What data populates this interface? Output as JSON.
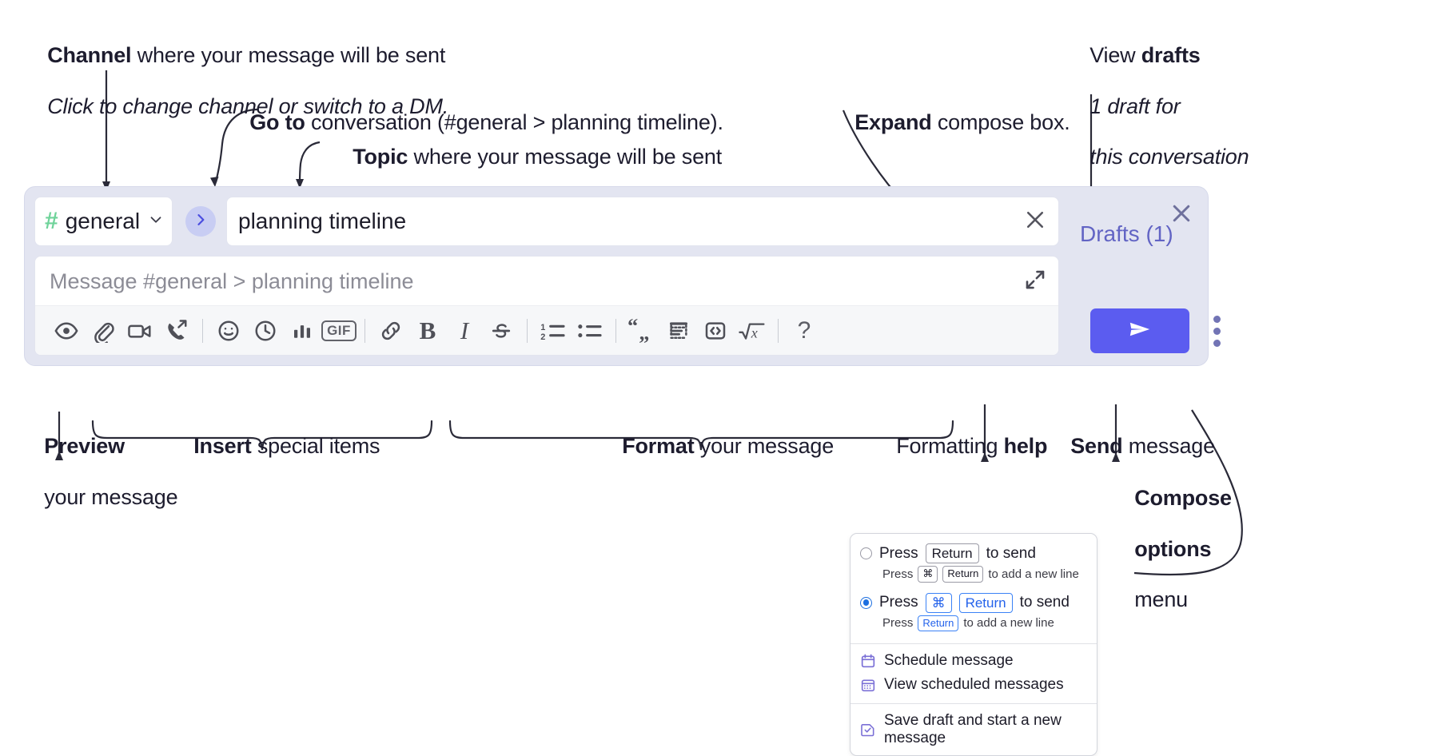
{
  "annotations": {
    "channel": {
      "line1_bold": "Channel",
      "line1_rest": " where your message will be sent",
      "line2_italic": "Click to change channel or switch to a DM."
    },
    "goto": {
      "bold": "Go to",
      "rest": " conversation (#general > planning timeline)."
    },
    "topic": {
      "bold": "Topic",
      "rest": " where your message will be sent"
    },
    "expand": {
      "bold": "Expand",
      "rest": " compose box."
    },
    "drafts": {
      "line1_rest": "View ",
      "line1_bold": "drafts",
      "line2_italic": "1 draft for",
      "line3_italic": "this conversation"
    },
    "preview": {
      "bold": "Preview",
      "line2": "your message"
    },
    "insert": {
      "bold": "Insert",
      "rest": " special items"
    },
    "format": {
      "bold": "Format",
      "rest": " your message"
    },
    "formatting_help": {
      "rest": "Formatting ",
      "bold": "help"
    },
    "send": {
      "bold": "Send",
      "rest": " message"
    },
    "compose_options": {
      "bold_line1": "Compose",
      "bold_line2": "options",
      "line3": "menu"
    }
  },
  "compose": {
    "channel_name": "general",
    "channel_hash": "#",
    "goto_icon": "chevron-right-icon",
    "topic_value": "planning timeline",
    "topic_clear_icon": "close-icon",
    "message_placeholder": "Message #general > planning timeline",
    "expand_icon": "expand-icon",
    "close_icon": "close-icon",
    "drafts_label": "Drafts (1)",
    "send_icon": "send-paper-plane-icon",
    "kebab_icon": "more-vertical-icon",
    "toolbar": [
      {
        "name": "preview-button",
        "icon": "eye-icon",
        "label": "Preview"
      },
      {
        "name": "attach-button",
        "icon": "paperclip-icon",
        "label": "Attach file"
      },
      {
        "name": "video-clip-button",
        "icon": "video-camera-icon",
        "label": "Record video clip"
      },
      {
        "name": "audio-clip-button",
        "icon": "phone-arrow-icon",
        "label": "Record audio clip"
      },
      {
        "name": "separator-1",
        "icon": "divider",
        "label": ""
      },
      {
        "name": "emoji-button",
        "icon": "smiley-icon",
        "label": "Emoji"
      },
      {
        "name": "reminder-button",
        "icon": "clock-icon",
        "label": "Reminder"
      },
      {
        "name": "poll-button",
        "icon": "bar-chart-icon",
        "label": "Poll"
      },
      {
        "name": "gif-button",
        "icon": "gif-icon",
        "label": "GIF"
      },
      {
        "name": "separator-2",
        "icon": "divider",
        "label": ""
      },
      {
        "name": "link-button",
        "icon": "link-icon",
        "label": "Link"
      },
      {
        "name": "bold-button",
        "icon": "bold-icon",
        "label": "B"
      },
      {
        "name": "italic-button",
        "icon": "italic-icon",
        "label": "I"
      },
      {
        "name": "strikethrough-button",
        "icon": "strikethrough-icon",
        "label": "S"
      },
      {
        "name": "separator-3",
        "icon": "divider",
        "label": ""
      },
      {
        "name": "ordered-list-button",
        "icon": "numbered-list-icon",
        "label": "Ordered list"
      },
      {
        "name": "bulleted-list-button",
        "icon": "bulleted-list-icon",
        "label": "Bulleted list"
      },
      {
        "name": "separator-4",
        "icon": "divider",
        "label": ""
      },
      {
        "name": "blockquote-button",
        "icon": "quote-icon",
        "label": "Blockquote"
      },
      {
        "name": "code-block-button",
        "icon": "code-block-icon",
        "label": "Code block"
      },
      {
        "name": "inline-code-button",
        "icon": "angle-brackets-icon",
        "label": "Code"
      },
      {
        "name": "math-button",
        "icon": "square-root-icon",
        "label": "Math"
      },
      {
        "name": "separator-5",
        "icon": "divider",
        "label": ""
      },
      {
        "name": "formatting-help-button",
        "icon": "question-mark-icon",
        "label": "?"
      }
    ]
  },
  "options_menu": {
    "radio_options": [
      {
        "selected": false,
        "press": "Press",
        "keys": [
          "Return"
        ],
        "action": "to send",
        "sub_press": "Press",
        "sub_keys": [
          "⌘",
          "Return"
        ],
        "sub_action": "to add a new line"
      },
      {
        "selected": true,
        "press": "Press",
        "keys": [
          "⌘",
          "Return"
        ],
        "action": "to send",
        "sub_press": "Press",
        "sub_keys": [
          "Return"
        ],
        "sub_action": "to add a new line"
      }
    ],
    "items": [
      {
        "icon": "calendar-clock-icon",
        "label": "Schedule message"
      },
      {
        "icon": "calendar-grid-icon",
        "label": "View scheduled messages"
      },
      {
        "icon": "save-draft-icon",
        "label": "Save draft and start a new message"
      }
    ]
  },
  "colors": {
    "compose_bg": "#e3e5f1",
    "accent_purple": "#5b5cf0",
    "drafts_text": "#6264c4",
    "hash_green": "#6fd39a",
    "goto_bg": "#c8cdf3",
    "radio_blue": "#1d6fe0"
  }
}
